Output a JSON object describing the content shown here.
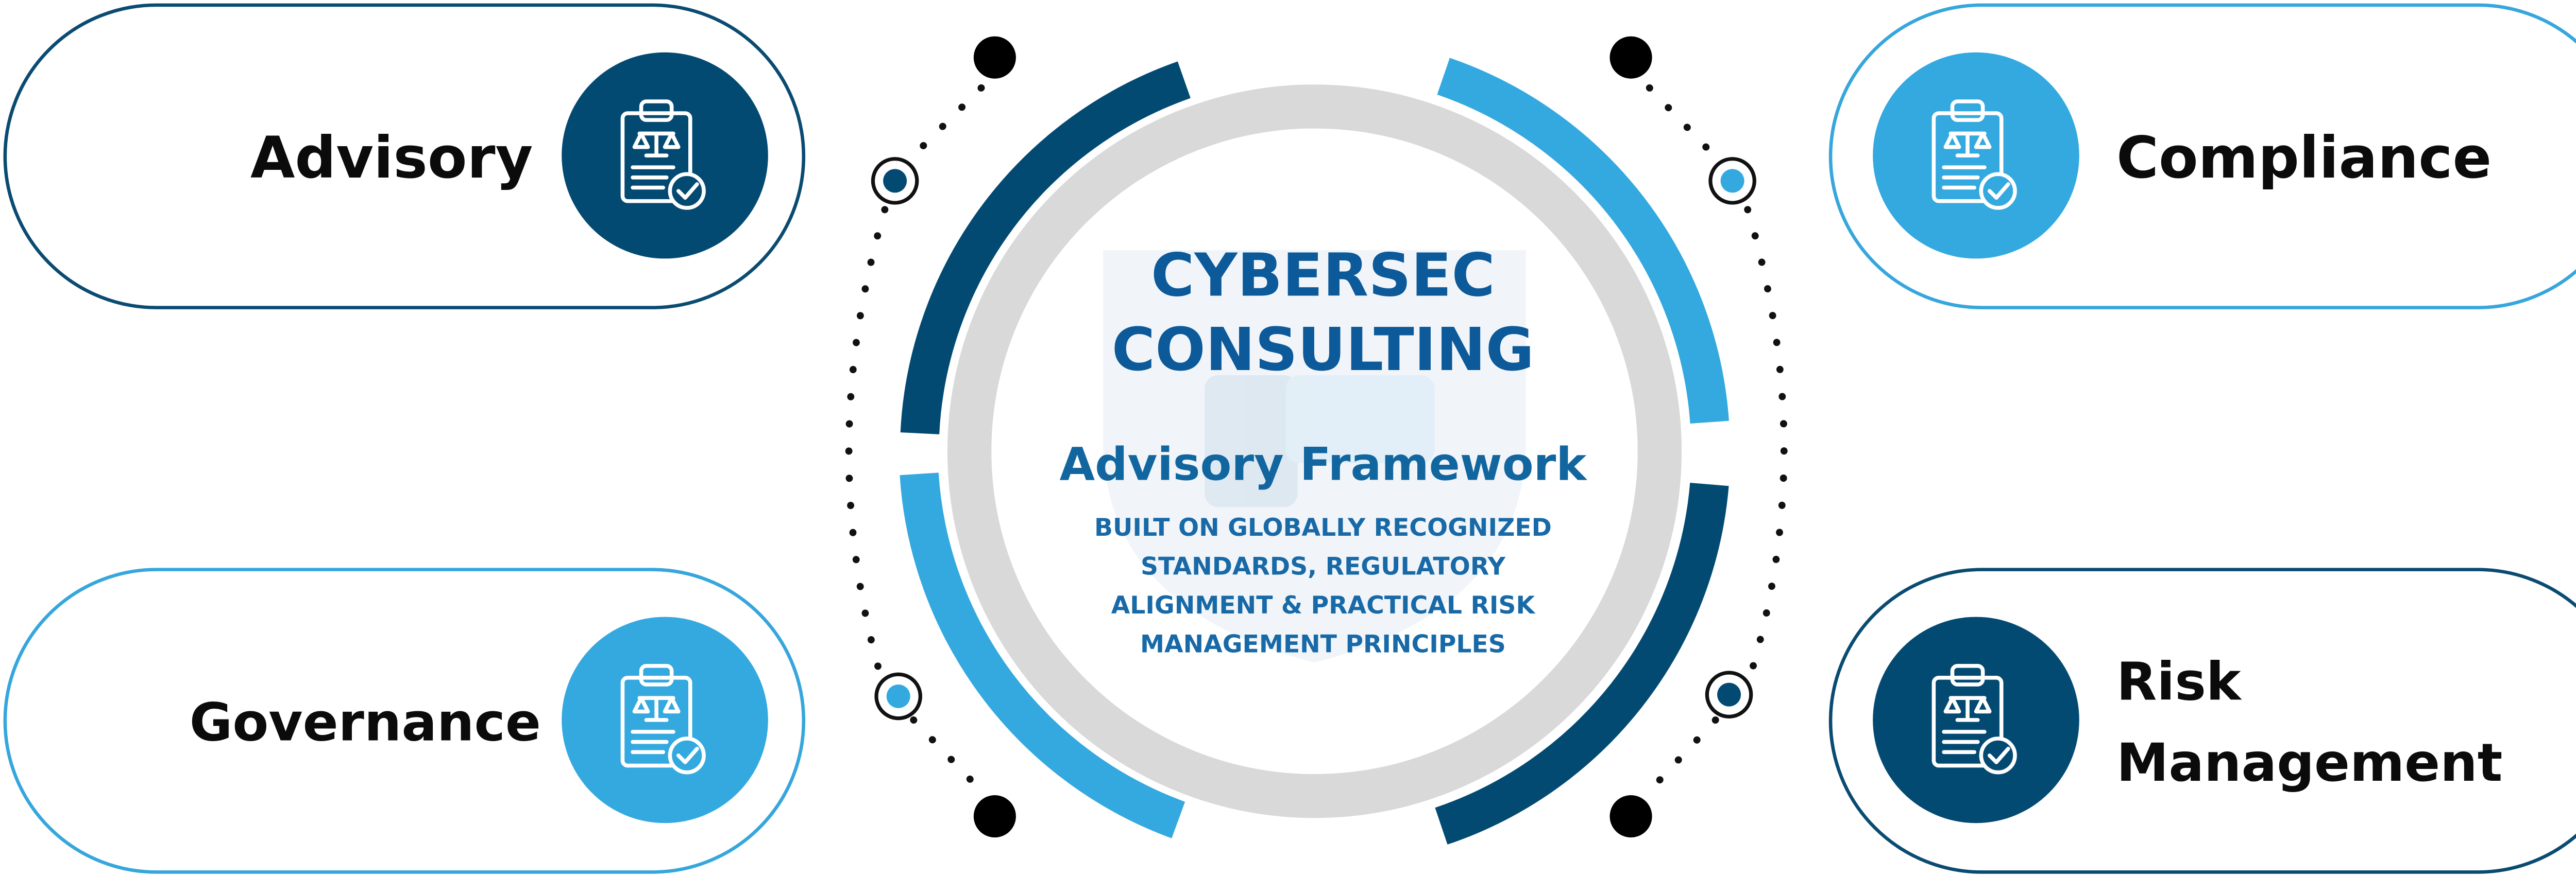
{
  "center": {
    "title_line1": "CYBERSEC",
    "title_line2": "CONSULTING",
    "subtitle": "Advisory Framework",
    "description_lines": [
      "BUILT ON GLOBALLY RECOGNIZED",
      "STANDARDS, REGULATORY",
      "ALIGNMENT & PRACTICAL RISK",
      "MANAGEMENT PRINCIPLES"
    ]
  },
  "pillars": [
    {
      "label_lines": [
        "Advisory"
      ],
      "icon": "clipboard-scale-check-icon"
    },
    {
      "label_lines": [
        "Compliance"
      ],
      "icon": "clipboard-scale-check-icon"
    },
    {
      "label_lines": [
        "Governance"
      ],
      "icon": "clipboard-scale-check-icon"
    },
    {
      "label_lines": [
        "Risk",
        "Management"
      ],
      "icon": "clipboard-scale-check-icon"
    }
  ],
  "colors": {
    "dark_blue": "#034a73",
    "light_blue": "#34a9e0",
    "ring_gray": "#d9d9d9",
    "title_blue": "#0c5a9a",
    "label_black": "#0b0b0b"
  }
}
